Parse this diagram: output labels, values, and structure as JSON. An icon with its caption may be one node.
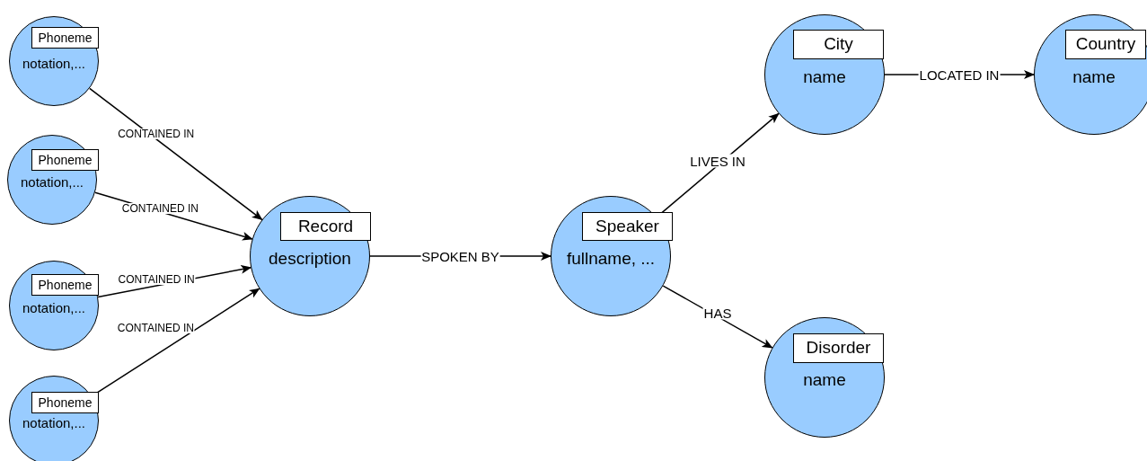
{
  "diagram": {
    "nodes": [
      {
        "text": [
          "Phoneme",
          "notation,..."
        ]
      },
      {
        "text": [
          "Phoneme",
          "notation,..."
        ]
      },
      {
        "text": [
          "Phoneme",
          "notation,..."
        ]
      },
      {
        "text": [
          "Phoneme",
          "notation,..."
        ]
      },
      {
        "text": [
          "Record",
          "description"
        ]
      },
      {
        "text": [
          "Speaker",
          "fullname, ..."
        ]
      },
      {
        "text": [
          "City",
          "name"
        ]
      },
      {
        "text": [
          "Country",
          "name"
        ]
      },
      {
        "text": [
          "Disorder",
          "name"
        ]
      }
    ],
    "edges": [
      {
        "from": 0,
        "to": 4,
        "arrow": "to",
        "label": "CONTAINED IN"
      },
      {
        "from": 1,
        "to": 4,
        "arrow": "to",
        "label": "CONTAINED IN"
      },
      {
        "from": 2,
        "to": 4,
        "arrow": "to",
        "label": "CONTAINED IN"
      },
      {
        "from": 3,
        "to": 4,
        "arrow": "to",
        "label": "CONTAINED IN"
      },
      {
        "from": 4,
        "to": 5,
        "arrow": "to",
        "label": "SPOKEN BY"
      },
      {
        "from": 5,
        "to": 6,
        "arrow": "to",
        "label": "LIVES IN"
      },
      {
        "from": 6,
        "to": 7,
        "arrow": "to",
        "label": "LOCATED IN"
      },
      {
        "from": 5,
        "to": 8,
        "arrow": "to",
        "label": "HAS"
      }
    ]
  }
}
